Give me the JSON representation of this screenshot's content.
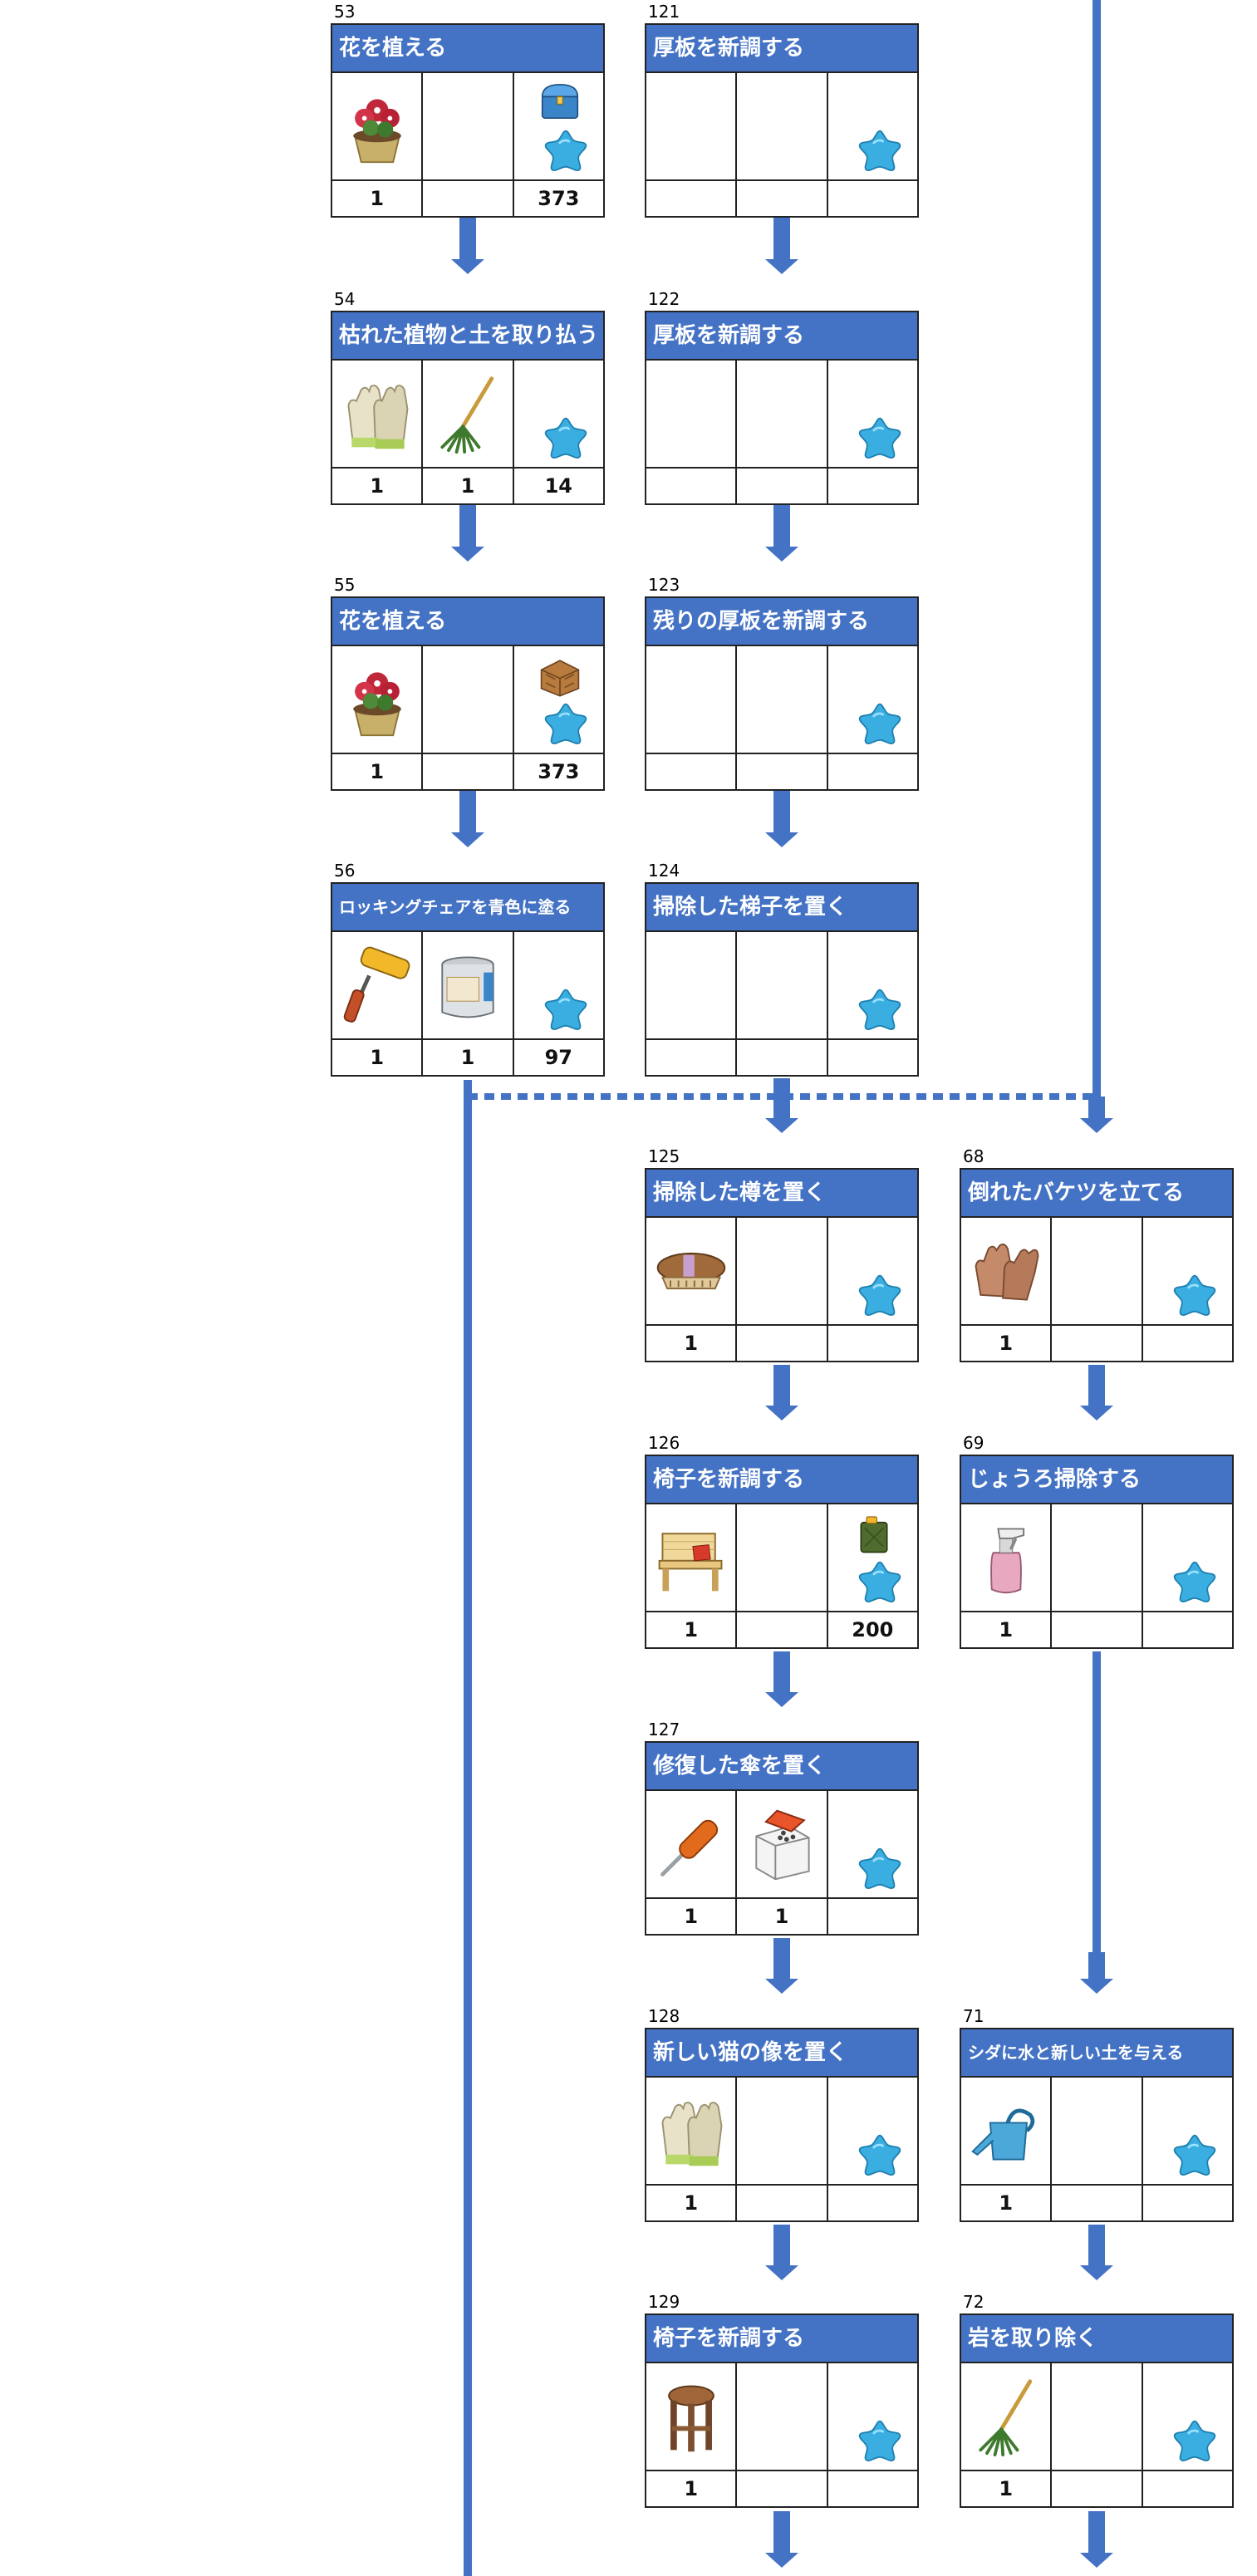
{
  "tasks": [
    {
      "id": "53",
      "title": "花を植える",
      "counts": [
        "1",
        "",
        "373"
      ]
    },
    {
      "id": "54",
      "title": "枯れた植物と土を取り払う",
      "counts": [
        "1",
        "1",
        "14"
      ]
    },
    {
      "id": "55",
      "title": "花を植える",
      "counts": [
        "1",
        "",
        "373"
      ]
    },
    {
      "id": "56",
      "title": "ロッキングチェアを青色に塗る",
      "counts": [
        "1",
        "1",
        "97"
      ]
    },
    {
      "id": "121",
      "title": "厚板を新調する",
      "counts": [
        "",
        "",
        ""
      ]
    },
    {
      "id": "122",
      "title": "厚板を新調する",
      "counts": [
        "",
        "",
        ""
      ]
    },
    {
      "id": "123",
      "title": "残りの厚板を新調する",
      "counts": [
        "",
        "",
        ""
      ]
    },
    {
      "id": "124",
      "title": "掃除した梯子を置く",
      "counts": [
        "",
        "",
        ""
      ]
    },
    {
      "id": "125",
      "title": "掃除した樽を置く",
      "counts": [
        "1",
        "",
        ""
      ]
    },
    {
      "id": "126",
      "title": "椅子を新調する",
      "counts": [
        "1",
        "",
        "200"
      ]
    },
    {
      "id": "127",
      "title": "修復した傘を置く",
      "counts": [
        "1",
        "1",
        ""
      ]
    },
    {
      "id": "128",
      "title": "新しい猫の像を置く",
      "counts": [
        "1",
        "",
        ""
      ]
    },
    {
      "id": "129",
      "title": "椅子を新調する",
      "counts": [
        "1",
        "",
        ""
      ]
    },
    {
      "id": "68",
      "title": "倒れたバケツを立てる",
      "counts": [
        "1",
        "",
        ""
      ]
    },
    {
      "id": "69",
      "title": "じょうろ掃除する",
      "counts": [
        "1",
        "",
        ""
      ]
    },
    {
      "id": "71",
      "title": "シダに水と新しい土を与える",
      "counts": [
        "1",
        "",
        ""
      ]
    },
    {
      "id": "72",
      "title": "岩を取り除く",
      "counts": [
        "1",
        "",
        ""
      ]
    }
  ],
  "items": {
    "53": [
      "flower-pot-icon",
      "",
      "chest-icon"
    ],
    "54": [
      "gloves-icon",
      "rake-icon",
      ""
    ],
    "55": [
      "flower-pot-icon",
      "",
      "crate-icon"
    ],
    "56": [
      "paint-roller-icon",
      "paint-can-icon",
      ""
    ],
    "125": [
      "brush-icon",
      "",
      ""
    ],
    "126": [
      "bench-icon",
      "",
      "jerrycan-icon"
    ],
    "127": [
      "screwdriver-icon",
      "nails-box-icon",
      ""
    ],
    "128": [
      "gloves-icon",
      "",
      ""
    ],
    "129": [
      "stool-icon",
      "",
      ""
    ],
    "68": [
      "work-gloves-icon",
      "",
      ""
    ],
    "69": [
      "spray-bottle-icon",
      "",
      ""
    ],
    "71": [
      "watering-can-icon",
      "",
      ""
    ],
    "72": [
      "rake-icon",
      "",
      ""
    ]
  },
  "colors": {
    "header": "#4472C4",
    "arrow": "#4472C4",
    "star": "#3AAEE0",
    "text_on_header": "#FFFFFF"
  }
}
